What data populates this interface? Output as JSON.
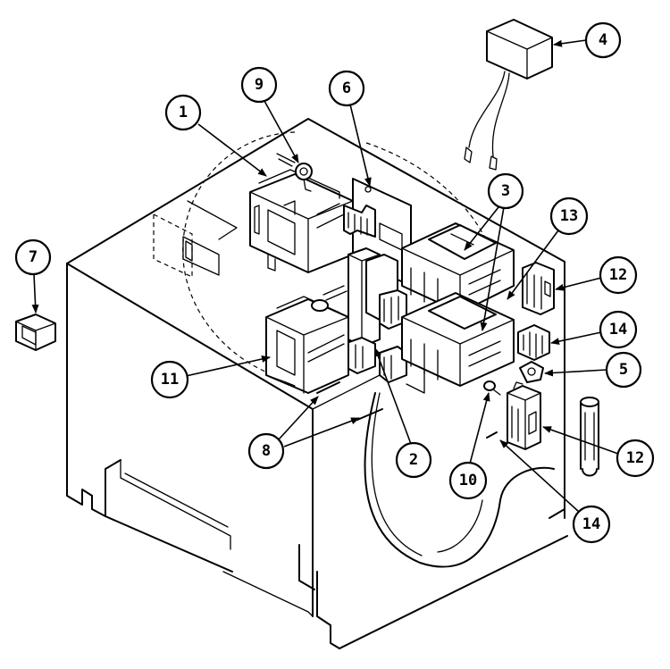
{
  "callouts": {
    "c1": "1",
    "c2": "2",
    "c3": "3",
    "c4": "4",
    "c5": "5",
    "c6": "6",
    "c7": "7",
    "c8": "8",
    "c9": "9",
    "c10": "10",
    "c11": "11",
    "c12a": "12",
    "c12b": "12",
    "c13": "13",
    "c14a": "14",
    "c14b": "14"
  }
}
